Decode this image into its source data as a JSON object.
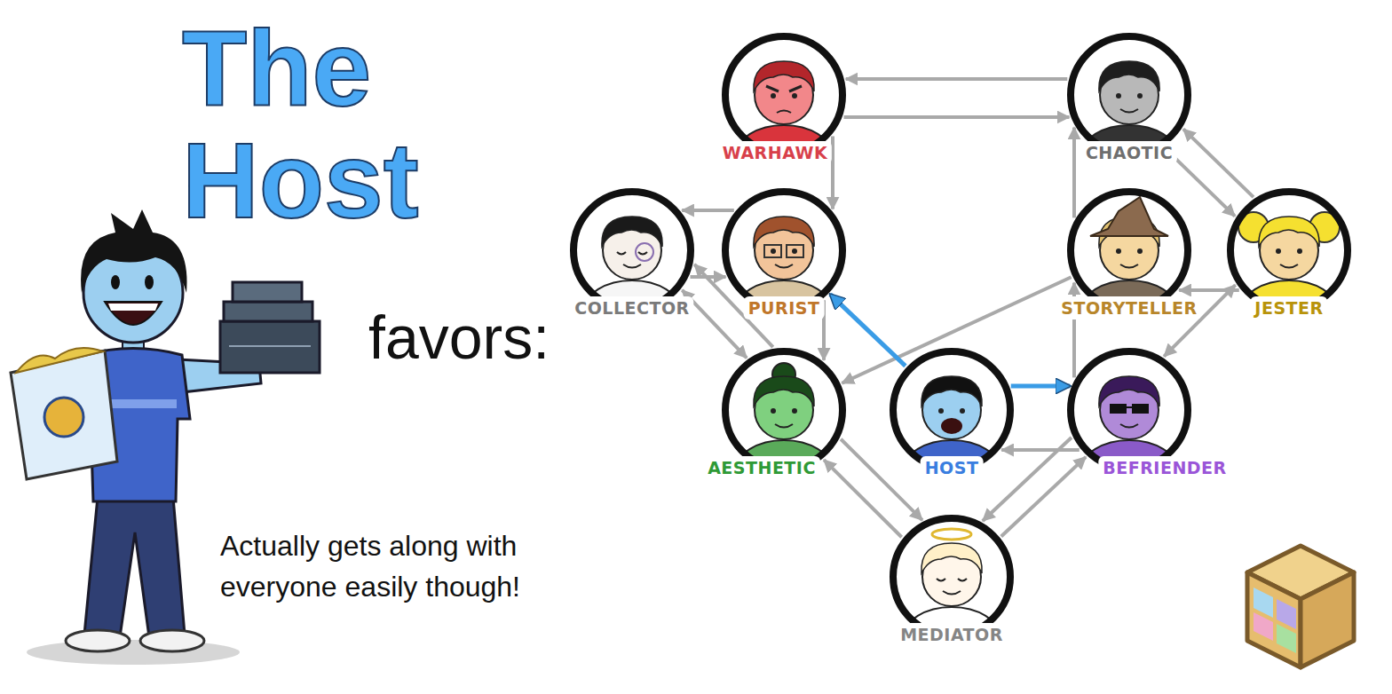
{
  "diagram": {
    "title": "The Host",
    "nodes": [
      {
        "text": [
          "WARHAWK"
        ]
      },
      {
        "text": [
          "CHAOTIC"
        ]
      },
      {
        "text": [
          "COLLECTOR"
        ]
      },
      {
        "text": [
          "PURIST"
        ]
      },
      {
        "text": [
          "STORYTELLER"
        ]
      },
      {
        "text": [
          "JESTER"
        ]
      },
      {
        "text": [
          "AESTHETIC"
        ]
      },
      {
        "text": [
          "HOST"
        ]
      },
      {
        "text": [
          "BEFRIENDER"
        ]
      },
      {
        "text": [
          "MEDIATOR"
        ]
      }
    ],
    "edges": [
      {
        "from": 1,
        "to": 0,
        "arrow": "to"
      },
      {
        "from": 0,
        "to": 1,
        "arrow": "to"
      },
      {
        "from": 0,
        "to": 3,
        "arrow": "to"
      },
      {
        "from": 3,
        "to": 2,
        "arrow": "to"
      },
      {
        "from": 2,
        "to": 3,
        "arrow": "to"
      },
      {
        "from": 2,
        "to": 6,
        "arrow": "both"
      },
      {
        "from": 3,
        "to": 6,
        "arrow": "to"
      },
      {
        "from": 6,
        "to": 2,
        "arrow": "to"
      },
      {
        "from": 4,
        "to": 6,
        "arrow": "to"
      },
      {
        "from": 1,
        "to": 5,
        "arrow": "to"
      },
      {
        "from": 5,
        "to": 1,
        "arrow": "to"
      },
      {
        "from": 4,
        "to": 1,
        "arrow": "to"
      },
      {
        "from": 8,
        "to": 4,
        "arrow": "to"
      },
      {
        "from": 5,
        "to": 4,
        "arrow": "to"
      },
      {
        "from": 8,
        "to": 5,
        "arrow": "both"
      },
      {
        "from": 8,
        "to": 7,
        "arrow": "to"
      },
      {
        "from": 8,
        "to": 9,
        "arrow": "to"
      },
      {
        "from": 9,
        "to": 8,
        "arrow": "to"
      },
      {
        "from": 6,
        "to": 9,
        "arrow": "to"
      },
      {
        "from": 9,
        "to": 6,
        "arrow": "to"
      },
      {
        "from": 7,
        "to": 3,
        "arrow": "to"
      },
      {
        "from": 7,
        "to": 8,
        "arrow": "to"
      }
    ],
    "labels": [
      "favors:",
      "Actually gets along with everyone easily though!"
    ]
  }
}
